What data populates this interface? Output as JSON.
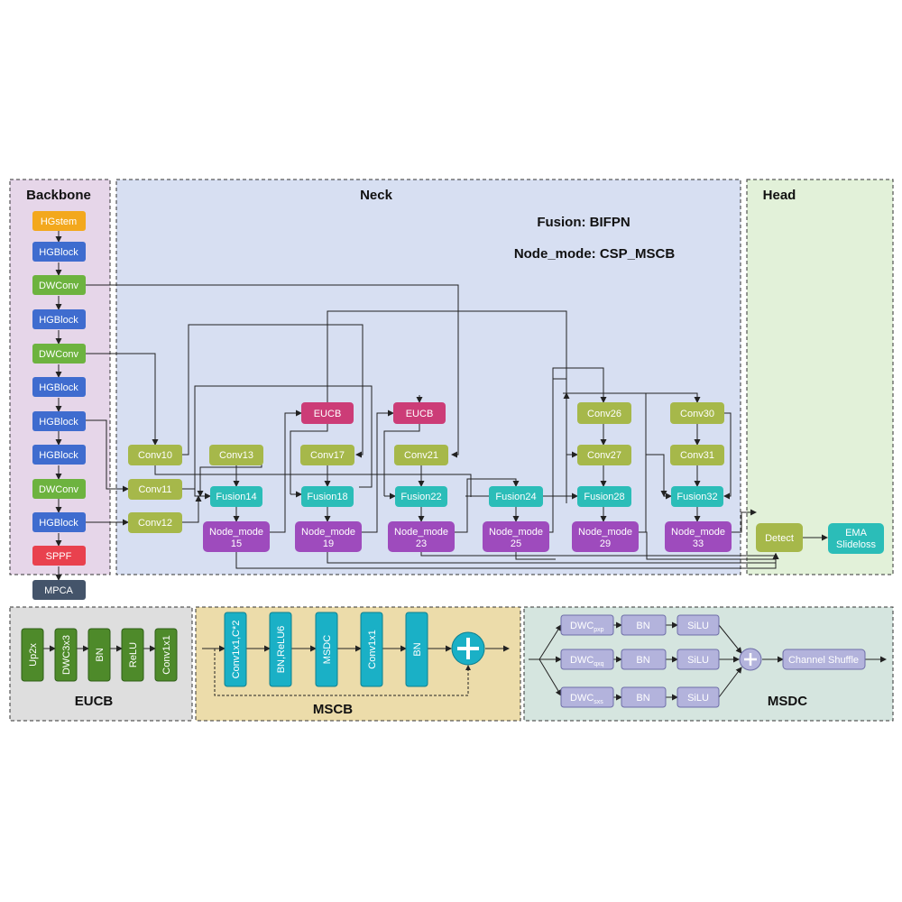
{
  "sections": {
    "backbone": "Backbone",
    "neck": "Neck",
    "head": "Head",
    "eucb": "EUCB",
    "mscb": "MSCB",
    "msdc": "MSDC"
  },
  "neck_info": {
    "fusion": "Fusion: BIFPN",
    "node_mode": "Node_mode: CSP_MSCB"
  },
  "backbone_blocks": [
    "HGstem",
    "HGBlock",
    "DWConv",
    "HGBlock",
    "DWConv",
    "HGBlock",
    "HGBlock",
    "HGBlock",
    "DWConv",
    "HGBlock",
    "SPPF",
    "MPCA"
  ],
  "neck_nodes": {
    "conv10": "Conv10",
    "conv11": "Conv11",
    "conv12": "Conv12",
    "conv13": "Conv13",
    "fusion14": "Fusion14",
    "node15": "Node_mode",
    "node15n": "15",
    "eucb16": "EUCB",
    "conv17": "Conv17",
    "fusion18": "Fusion18",
    "node19": "Node_mode",
    "node19n": "19",
    "eucb20": "EUCB",
    "conv21": "Conv21",
    "fusion22": "Fusion22",
    "node23": "Node_mode",
    "node23n": "23",
    "fusion24": "Fusion24",
    "node25": "Node_mode",
    "node25n": "25",
    "conv26": "Conv26",
    "conv27": "Conv27",
    "fusion28": "Fusion28",
    "node29": "Node_mode",
    "node29n": "29",
    "conv30": "Conv30",
    "conv31": "Conv31",
    "fusion32": "Fusion32",
    "node33": "Node_mode",
    "node33n": "33"
  },
  "head_nodes": {
    "detect": "Detect",
    "ema1": "EMA",
    "ema2": "Slideloss"
  },
  "eucb_blocks": [
    "Up2x",
    "DWC3x3",
    "BN",
    "ReLU",
    "Conv1x1"
  ],
  "mscb_blocks": [
    "Conv1x1,C*2",
    "BN,ReLU6",
    "MSDC",
    "Conv1x1",
    "BN"
  ],
  "msdc_rows": [
    {
      "dwc": "DWC",
      "sub": "pxp",
      "bn": "BN",
      "act": "SiLU"
    },
    {
      "dwc": "DWC",
      "sub": "qxq",
      "bn": "BN",
      "act": "SiLU"
    },
    {
      "dwc": "DWC",
      "sub": "sxs",
      "bn": "BN",
      "act": "SiLU"
    }
  ],
  "msdc_shuffle": "Channel Shuffle",
  "colors": {
    "backbone_bg": "#e6d6e9",
    "neck_bg": "#d7dff2",
    "head_bg": "#e2f1d9",
    "eucb_bg": "#dedede",
    "mscb_bg": "#ecdcaa",
    "msdc_bg": "#d5e5df",
    "orange": "#f3a81d",
    "blue": "#3f6ccf",
    "green": "#6db33f",
    "red": "#e9414e",
    "navy": "#44546a",
    "olive": "#a6b84a",
    "teal": "#2bbdb8",
    "purple": "#9e4bbd",
    "magenta": "#cc3c77",
    "darkgreen": "#4e8a2a",
    "cyan": "#1ab0c6",
    "lavender": "#b3b3dc"
  }
}
